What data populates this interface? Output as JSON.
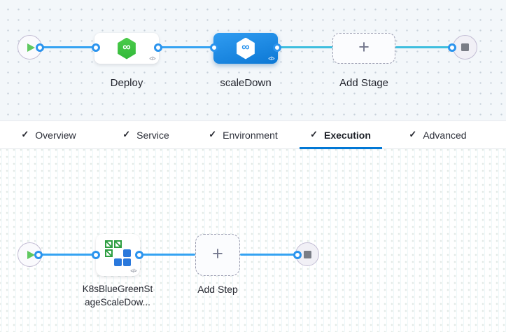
{
  "pipeline": {
    "stages": [
      {
        "label": "Deploy",
        "selected": false
      },
      {
        "label": "scaleDown",
        "selected": true
      }
    ],
    "add_stage_label": "Add Stage"
  },
  "tabs": {
    "check_glyph": "✓",
    "active": "Execution",
    "items": [
      {
        "label": "Overview"
      },
      {
        "label": "Service"
      },
      {
        "label": "Environment"
      },
      {
        "label": "Execution"
      },
      {
        "label": "Advanced"
      }
    ]
  },
  "execution_graph": {
    "step": {
      "label_line1": "K8sBlueGreenSt",
      "label_line2": "ageScaleDow..."
    },
    "add_step_label": "Add Step"
  },
  "icons": {
    "code_glyph": "</>",
    "plus_glyph": "+",
    "infinity_glyph": "∞"
  },
  "colors": {
    "edge_blue": "#35A3F2",
    "edge_cyan": "#3DBEDE",
    "port_border": "#2B94EE",
    "selected_top": "#309CF1",
    "selected_bottom": "#0C78D5",
    "cd_green": "#32B93A",
    "k8s_green": "#2E9E41",
    "k8s_blue": "#2A78DC",
    "tab_underline": "#0278D5",
    "node_border": "#C3BDD4",
    "play_green": "#5FC860",
    "stop_gray": "#7A7D86",
    "dash_border": "#9A9CB0",
    "text_dark": "#23252E"
  }
}
